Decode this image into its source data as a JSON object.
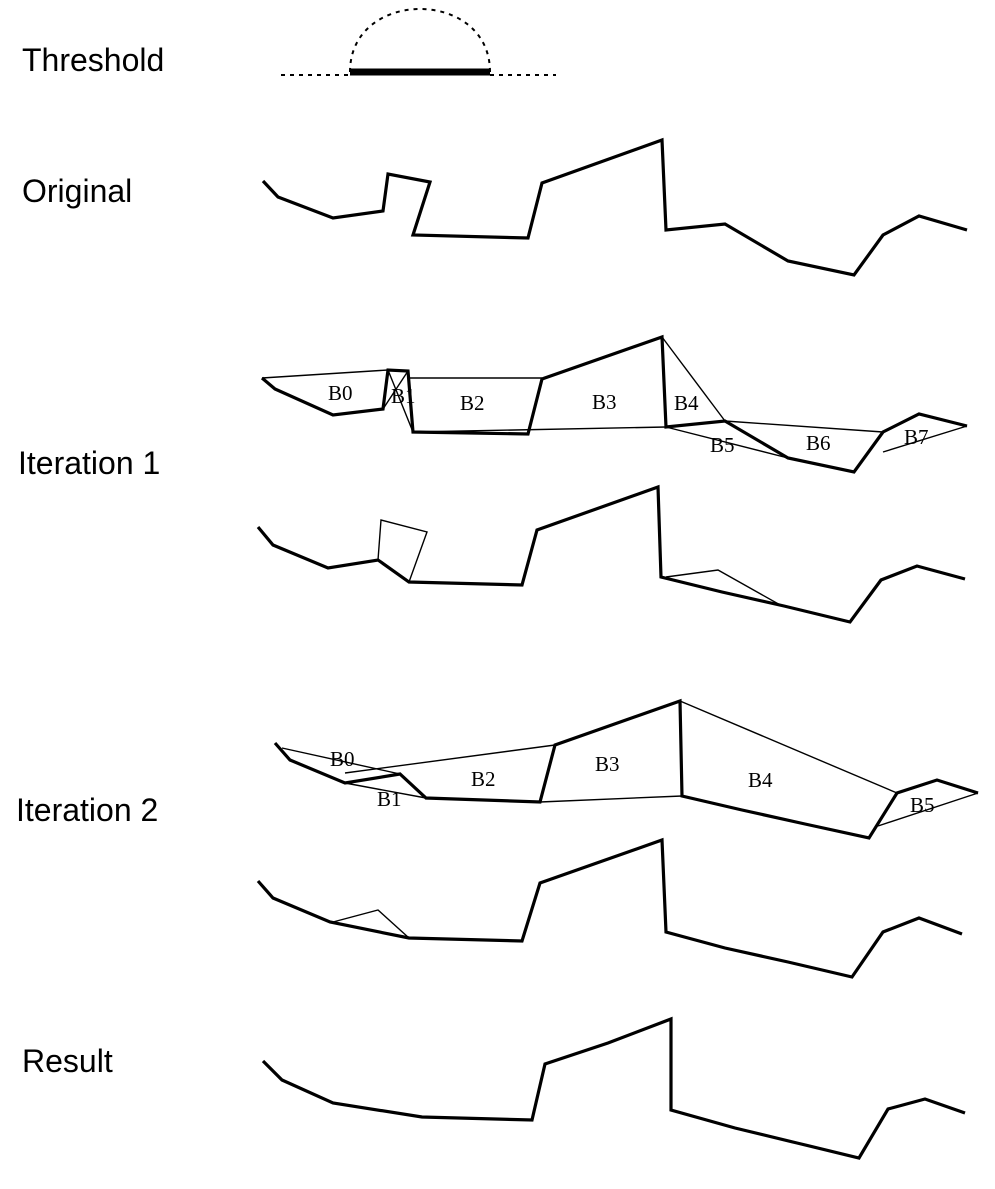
{
  "labels": {
    "threshold": "Threshold",
    "original": "Original",
    "iteration1": "Iteration 1",
    "iteration2": "Iteration 2",
    "result": "Result"
  },
  "iteration1_blocks": [
    "B0",
    "B1",
    "B2",
    "B3",
    "B4",
    "B5",
    "B6",
    "B7"
  ],
  "iteration2_blocks": [
    "B0",
    "B1",
    "B2",
    "B3",
    "B4",
    "B5"
  ]
}
